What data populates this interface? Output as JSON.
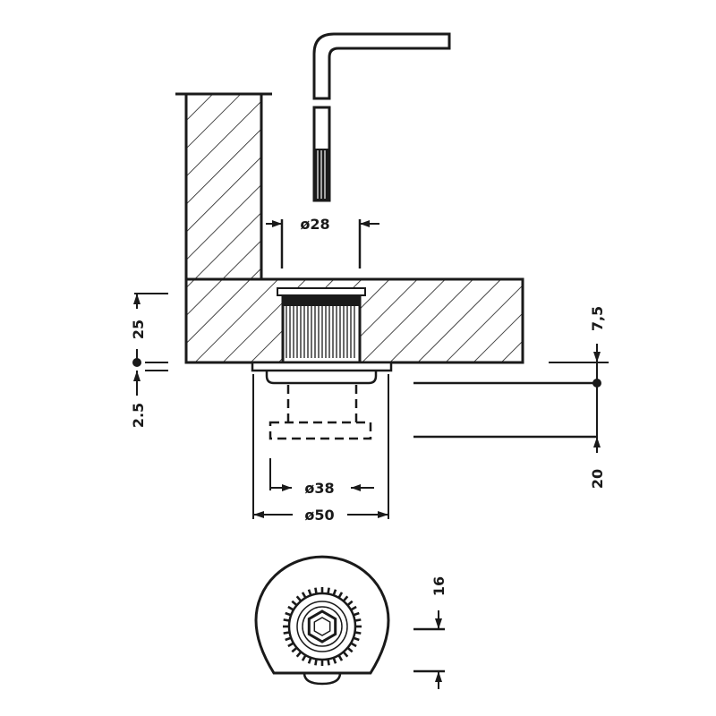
{
  "dimensions": {
    "d28": "ø28",
    "d38": "ø38",
    "d50": "ø50",
    "h25": "25",
    "h2_5": "2.5",
    "h7_5": "7,5",
    "h20": "20",
    "h16": "16"
  },
  "colors": {
    "line": "#1a1a1a",
    "background": "#ffffff"
  }
}
